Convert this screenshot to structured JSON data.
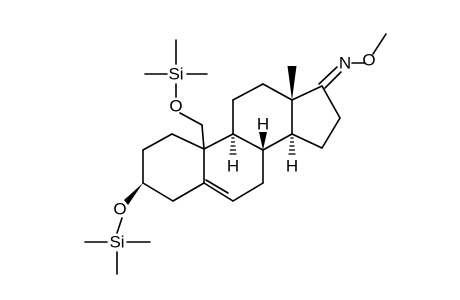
{
  "molecule": {
    "atoms": {
      "si_top": "Si",
      "o_top": "O",
      "o_bottom": "O",
      "si_bottom": "Si",
      "n_oxime": "N",
      "o_oxime": "O",
      "h_c9": "H",
      "h_c8": "H",
      "h_c14": "H"
    }
  }
}
